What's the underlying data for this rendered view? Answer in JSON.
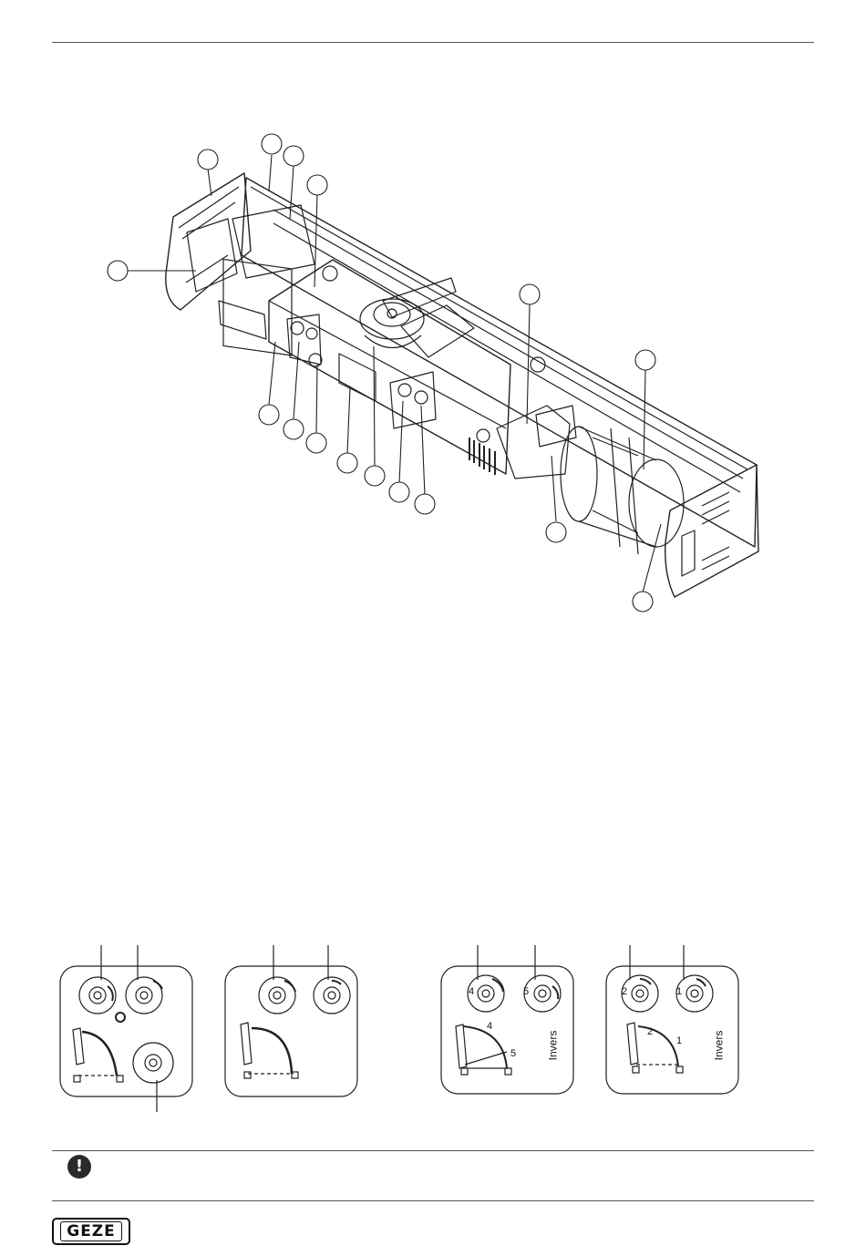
{
  "diagram": {
    "callout_count": 19,
    "mode_panels": [
      {
        "id": "panel-1",
        "label": ""
      },
      {
        "id": "panel-2",
        "label": ""
      },
      {
        "id": "panel-3",
        "label": "Invers",
        "dial_labels": [
          "4",
          "5"
        ],
        "arc_labels": [
          "4",
          "5"
        ]
      },
      {
        "id": "panel-4",
        "label": "Invers",
        "dial_labels": [
          "2",
          "1"
        ],
        "arc_labels": [
          "2",
          "1"
        ]
      }
    ]
  },
  "notice": {
    "icon": "exclamation-icon",
    "symbol": "!"
  },
  "footer": {
    "logo_text": "GEZE"
  }
}
